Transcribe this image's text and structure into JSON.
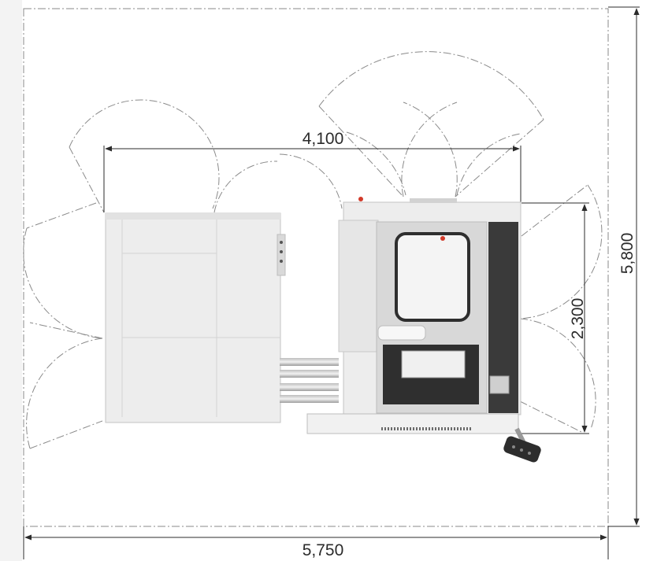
{
  "dimensions": {
    "overall_width": "5,750",
    "overall_depth": "5,800",
    "machine_length": "4,100",
    "machine_depth": "2,300"
  },
  "colors": {
    "dim_line": "#2b2b2b",
    "dash_line": "#7a7a7a",
    "panel": "#ededed",
    "panel_edge": "#c4c4c4",
    "cabin_dark": "#3a3a3a",
    "accent_red": "#d23a2a"
  }
}
